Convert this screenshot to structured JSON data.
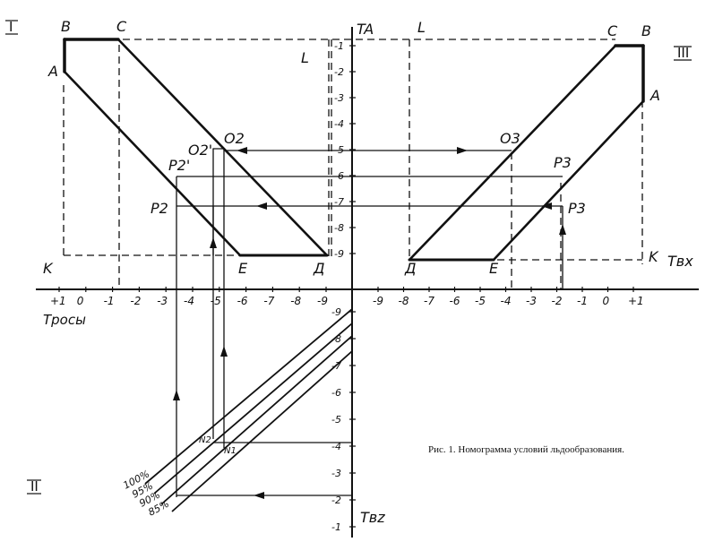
{
  "caption": "Рис. 1. Номограмма условий льдообразования.",
  "quadrants": {
    "q1": "I",
    "q2": "II",
    "q3": "III"
  },
  "axes": {
    "t_a": "TA",
    "t_a_sub": "A",
    "t_vh": "Tвх",
    "t_vz": "Tвz",
    "troses": "Тросы"
  },
  "points": {
    "B": "B",
    "C": "C",
    "A": "A",
    "K": "K",
    "L": "L",
    "O2": "O2",
    "O2p": "O2'",
    "P2": "P2",
    "P2p": "P2'",
    "E": "E",
    "D": "Д",
    "O3": "O3",
    "P3": "P3",
    "P3p": "P3",
    "N1": "N1",
    "N2": "N2"
  },
  "ticks": {
    "ta_axis": [
      "-1",
      "-2",
      "-3",
      "-4",
      "-5",
      "-6",
      "-7",
      "-8",
      "-9"
    ],
    "left_x": [
      "+1",
      "0",
      "-1",
      "-2",
      "-3",
      "-4",
      "-5",
      "-6",
      "-7",
      "-8",
      "-9"
    ],
    "right_x": [
      "-9",
      "-8",
      "-7",
      "-6",
      "-5",
      "-4",
      "-3",
      "-2",
      "-1",
      "0",
      "+1"
    ],
    "lower": [
      "-9",
      "-8",
      "-7",
      "-6",
      "-5",
      "-4",
      "-3",
      "-2",
      "-1"
    ]
  },
  "percent": [
    "100%",
    "95%",
    "90%",
    "85%"
  ],
  "colors": {
    "ink": "#111111",
    "background": "#ffffff"
  }
}
